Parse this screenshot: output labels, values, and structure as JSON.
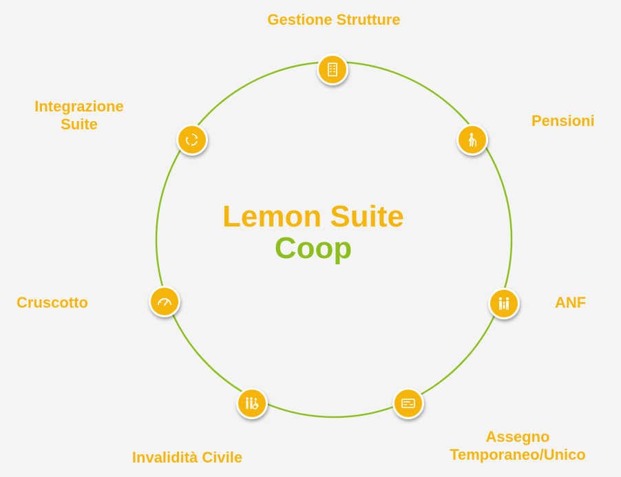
{
  "center": {
    "line1": "Lemon Suite",
    "line2": "Coop"
  },
  "colors": {
    "accent": "#f5b50a",
    "ring": "#8cbf1e",
    "background": "#f4f4f4"
  },
  "nodes": [
    {
      "label": "Gestione Strutture",
      "icon": "building-icon"
    },
    {
      "label": "Pensioni",
      "icon": "elderly-person-icon"
    },
    {
      "label": "ANF",
      "icon": "family-icon"
    },
    {
      "label_line1": "Assegno",
      "label_line2": "Temporaneo/Unico",
      "icon": "check-card-icon"
    },
    {
      "label": "Invalidità Civile",
      "icon": "disability-icon"
    },
    {
      "label": "Cruscotto",
      "icon": "speedometer-icon"
    },
    {
      "label_line1": "Integrazione",
      "label_line2": "Suite",
      "icon": "cycle-arrows-icon"
    }
  ]
}
